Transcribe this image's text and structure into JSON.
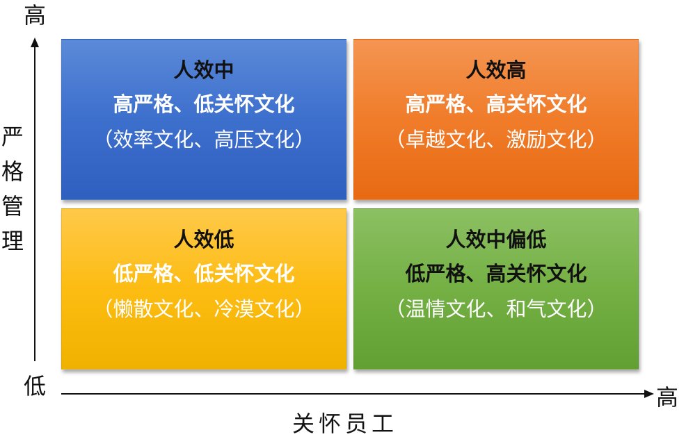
{
  "axes": {
    "y_high": "高",
    "y_low": "低",
    "x_high": "高",
    "y_title": [
      "严",
      "格",
      "管",
      "理"
    ],
    "x_title": "关怀员工"
  },
  "quadrants": {
    "top_left": {
      "title": "人效中",
      "subtitle": "高严格、低关怀文化",
      "note": "（效率文化、高压文化）",
      "color": "#4472C4"
    },
    "top_right": {
      "title": "人效高",
      "subtitle": "高严格、高关怀文化",
      "note": "（卓越文化、激励文化）",
      "color": "#ED7D31"
    },
    "bottom_left": {
      "title": "人效低",
      "subtitle": "低严格、低关怀文化",
      "note": "（懒散文化、冷漠文化）",
      "color": "#FFC000"
    },
    "bottom_right": {
      "title": "人效中偏低",
      "subtitle": "低严格、高关怀文化",
      "note": "（温情文化、和气文化）",
      "color": "#70AD47"
    }
  }
}
